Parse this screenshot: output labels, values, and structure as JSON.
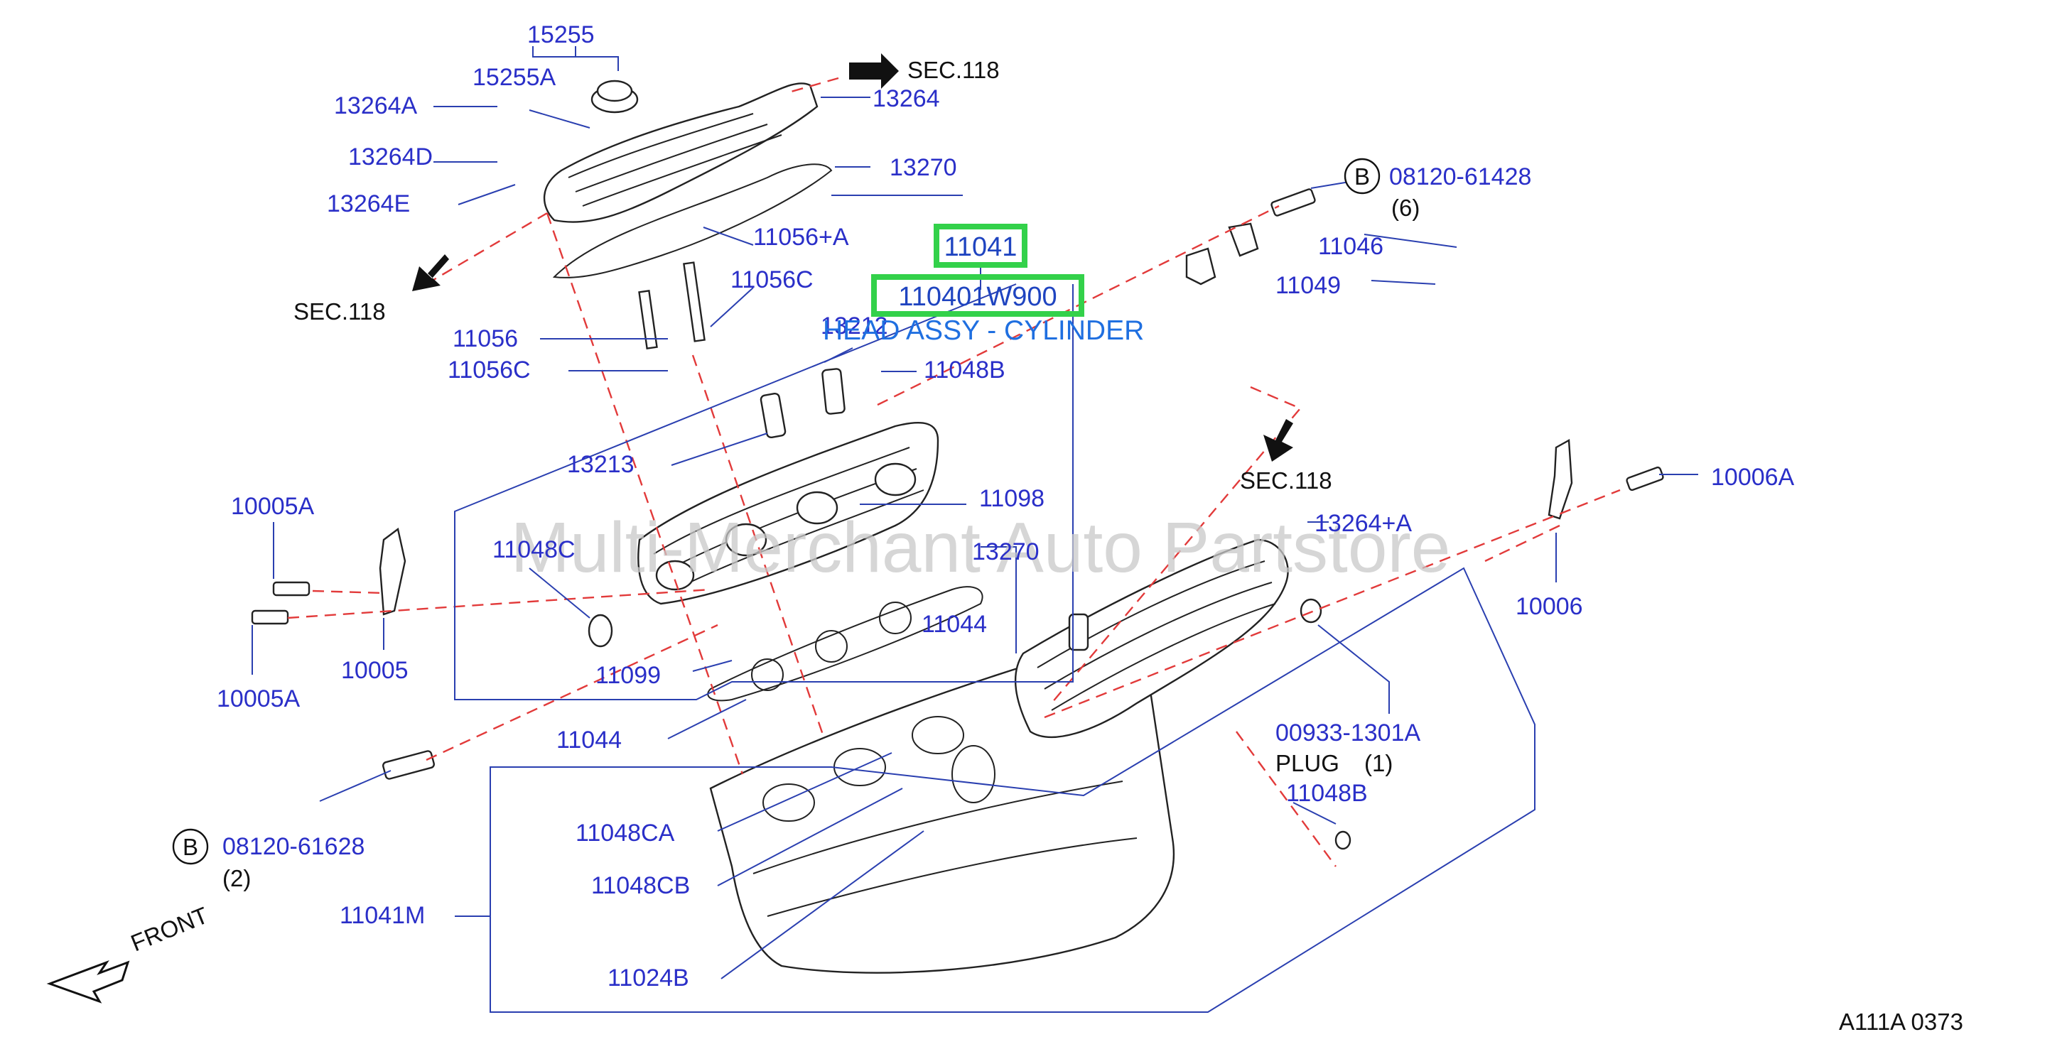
{
  "watermark": "Multi-Merchant Auto Partstore",
  "diagram_code": "A111A  0373",
  "front_label": "FRONT",
  "highlight": {
    "part_number": "11041",
    "oem_number": "110401W900",
    "description": "HEAD ASSY - CYLINDER"
  },
  "labels": {
    "p15255": "15255",
    "p15255A": "15255A",
    "p13264A": "13264A",
    "p13264": "13264",
    "p13264D": "13264D",
    "p13270a": "13270",
    "p13264E": "13264E",
    "p11056A": "11056+A",
    "p11056Ca": "11056C",
    "p11056": "11056",
    "p11056Cb": "11056C",
    "p13212": "13212",
    "p11048Ba": "11048B",
    "p13213": "13213",
    "p11098": "11098",
    "p11048C": "11048C",
    "p13270b": "13270",
    "p11046": "11046",
    "p11049": "11049",
    "p08120_61428": "08120-61428",
    "qty6": "(6)",
    "p10006A": "10006A",
    "p13264A2": "13264+A",
    "p10005Aa": "10005A",
    "p10005": "10005",
    "p10005Ab": "10005A",
    "p11099": "11099",
    "p11044a": "11044",
    "p11044b": "11044",
    "p10006": "10006",
    "p00933": "00933-1301A",
    "plug": "PLUG",
    "qty1": "(1)",
    "p11048Bb": "11048B",
    "p08120_61628": "08120-61628",
    "qty2": "(2)",
    "p11048CA": "11048CA",
    "p11048CB": "11048CB",
    "p11041M": "11041M",
    "p11024B": "11024B"
  },
  "sec_labels": {
    "sec_top": "SEC.118",
    "sec_left": "SEC.118",
    "sec_right": "SEC.118"
  },
  "circle_markers": {
    "b_top": "B",
    "b_bottom": "B"
  }
}
